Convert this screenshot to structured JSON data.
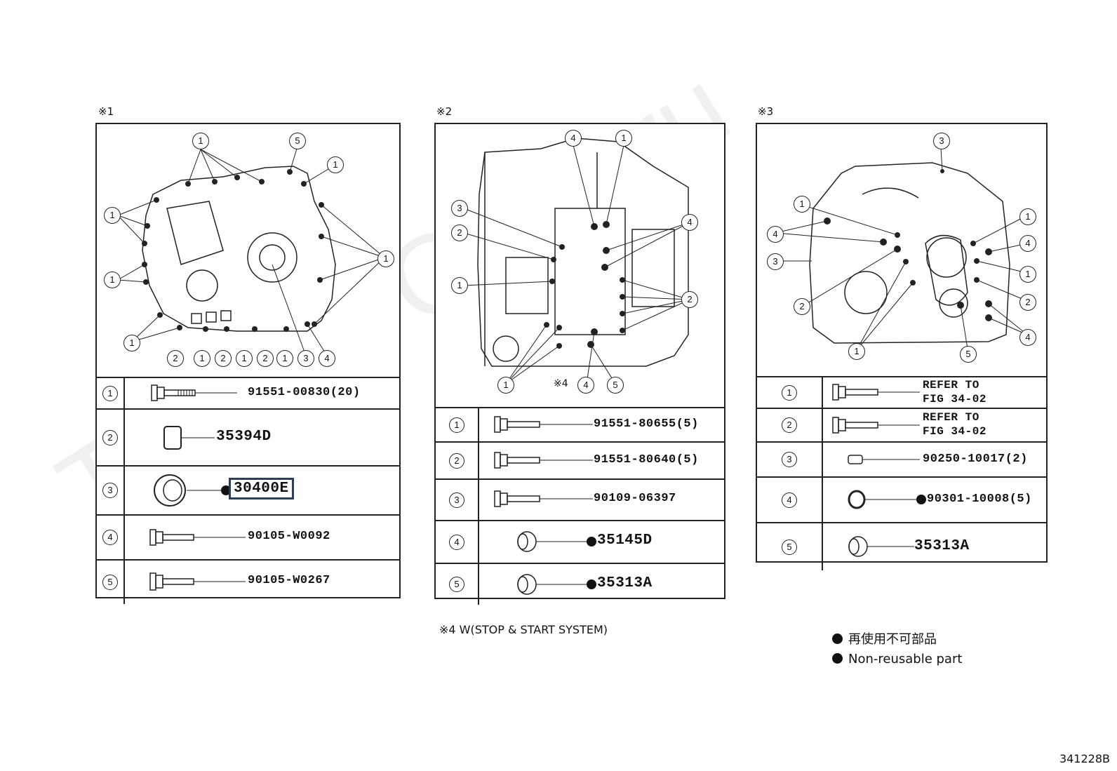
{
  "watermark": "Toyota-Club.ru",
  "panels": [
    {
      "label": "※1",
      "rows": [
        {
          "num": "1",
          "part": "91551-00830(20)"
        },
        {
          "num": "2",
          "part": "35394D"
        },
        {
          "num": "3",
          "part": "30400E"
        },
        {
          "num": "4",
          "part": "90105-W0092"
        },
        {
          "num": "5",
          "part": "90105-W0267"
        }
      ]
    },
    {
      "label": "※2",
      "rows": [
        {
          "num": "1",
          "part": "91551-80655(5)"
        },
        {
          "num": "2",
          "part": "91551-80640(5)"
        },
        {
          "num": "3",
          "part": "90109-06397"
        },
        {
          "num": "4",
          "part": "35145D"
        },
        {
          "num": "5",
          "part": "35313A"
        }
      ],
      "callout_note": "※4"
    },
    {
      "label": "※3",
      "rows": [
        {
          "num": "1",
          "part_l1": "REFER TO",
          "part_l2": "FIG 34-02"
        },
        {
          "num": "2",
          "part_l1": "REFER TO",
          "part_l2": "FIG 34-02"
        },
        {
          "num": "3",
          "part": "90250-10017(2)"
        },
        {
          "num": "4",
          "part": "90301-10008(5)"
        },
        {
          "num": "5",
          "part": "35313A"
        }
      ]
    }
  ],
  "footnote": "※4 W(STOP & START SYSTEM)",
  "legend": {
    "jp": "再使用不可部品",
    "en": "Non-reusable part"
  },
  "figure_id": "341228B"
}
